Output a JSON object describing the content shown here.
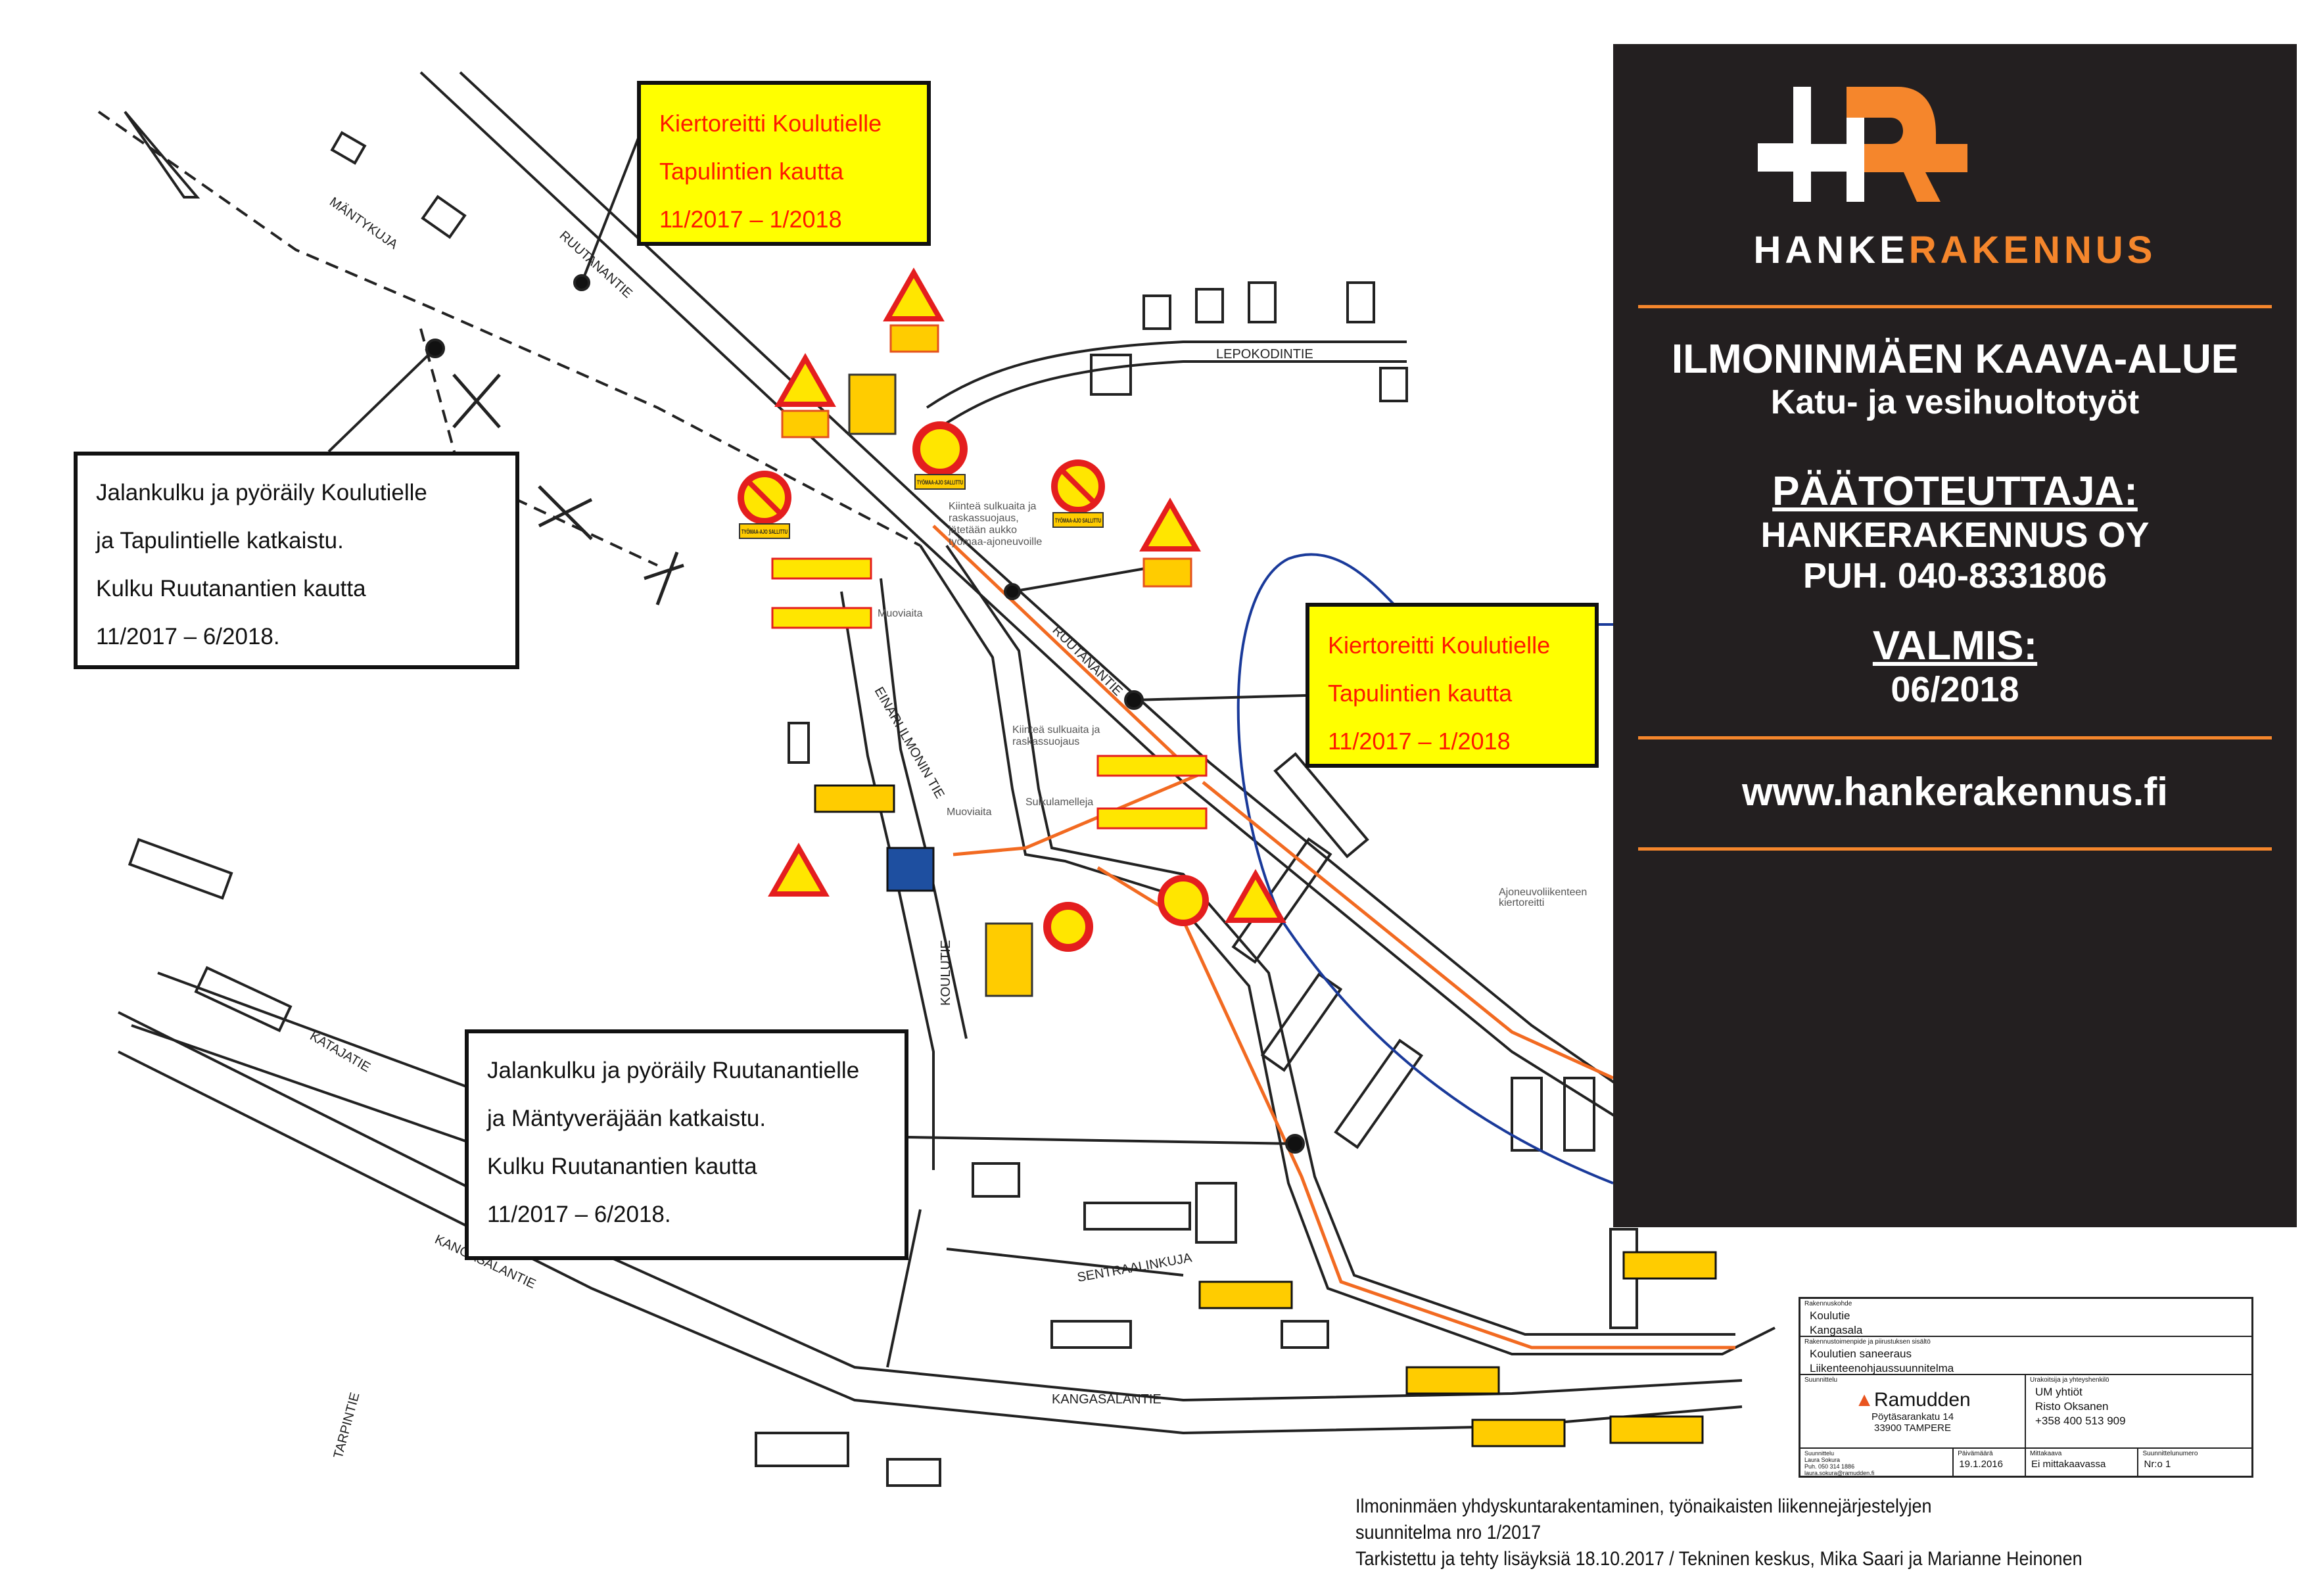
{
  "colors": {
    "panel_bg": "#231f20",
    "brand_orange": "#f5862c",
    "note_yellow": "#ffff00",
    "note_red": "#ff1a00",
    "water_blue": "#1a3a9a",
    "route_orange": "#f26a21"
  },
  "notes": {
    "detour_top": [
      "Kiertoreitti Koulutielle",
      "Tapulintien kautta",
      "11/2017 – 1/2018"
    ],
    "detour_right": [
      "Kiertoreitti Koulutielle",
      "Tapulintien kautta",
      "11/2017 – 1/2018"
    ],
    "closure_left": [
      "Jalankulku ja pyöräily Koulutielle",
      "ja Tapulintielle katkaistu.",
      "Kulku Ruutanantien kautta",
      "11/2017 – 6/2018."
    ],
    "closure_bottom": [
      "Jalankulku ja pyöräily Ruutanantielle",
      "ja Mäntyveräjään katkaistu.",
      "Kulku Ruutanantien kautta",
      "11/2017 – 6/2018."
    ]
  },
  "panel": {
    "logo_white": "HANKE",
    "logo_orange": "RAKENNUS",
    "title": "ILMONINMÄEN KAAVA-ALUE",
    "subtitle": "Katu- ja vesihuoltotyöt",
    "contractor_label": "PÄÄTOTEUTTAJA:",
    "contractor_name": "HANKERAKENNUS OY",
    "contractor_phone": "PUH. 040-8331806",
    "ready_label": "VALMIS:",
    "ready_date": "06/2018",
    "website": "www.hankerakennus.fi"
  },
  "streets": {
    "mantykuja": "MÄNTYKUJA",
    "ruutanantie": "RUUTANANTIE",
    "lepokodintie": "LEPOKODINTIE",
    "einari": "EINARI ILMONIN TIE",
    "koulutie": "KOULUTIE",
    "katajatie": "KATAJATIE",
    "kangasalantie": "KANGASALANTIE",
    "sentraalinkuja": "SENTRAALINKUJA",
    "tarpintie": "TARPINTIE"
  },
  "annotations": {
    "fence1": [
      "Kiinteä sulkuaita ja",
      "raskassuojaus,",
      "jätetään aukko",
      "työmaa-ajoneuvoille"
    ],
    "fence2": [
      "Kiinteä sulkuaita ja",
      "raskassuojaus"
    ],
    "muoviaita": "Muoviaita",
    "sulkulamelleja": "Sulkulamelleja",
    "detour_vehicles": [
      "Ajoneuvoliikenteen",
      "kiertoreitti"
    ],
    "sign_plate": "TYÖMAA-AJO SALLITTU"
  },
  "title_block": {
    "project_label": "Rakennuskohde",
    "project": [
      "Koulutie",
      "Kangasala"
    ],
    "content_label": "Rakennustoimenpide ja piirustuksen sisältö",
    "content": [
      "Koulutien saneeraus",
      "Liikenteenohjaussuunnitelma"
    ],
    "design_label": "Suunnittelu",
    "designer_company": "Ramudden",
    "designer_address": [
      "Pöytäsarankatu 14",
      "33900 TAMPERE"
    ],
    "contractor_label": "Urakoitsija ja yhteyshenkilö",
    "contractor": [
      "UM yhtiöt",
      "Risto Oksanen",
      "+358 400 513 909"
    ],
    "designer_label": "Suunnittelu",
    "designer": [
      "Laura Sokura",
      "Puh. 050 314 1886",
      "laura.sokura@ramudden.fi"
    ],
    "date_label": "Päivämäärä",
    "date": "19.1.2016",
    "scale_label": "Mittakaava",
    "scale": "Ei mittakaavassa",
    "number_label": "Suunnittelunumero",
    "number": "Nr:o 1"
  },
  "footer": [
    "Ilmoninmäen yhdyskuntarakentaminen, työnaikaisten liikennejärjestelyjen",
    "suunnitelma nro 1/2017",
    "Tarkistettu ja tehty lisäyksiä  18.10.2017 / Tekninen keskus, Mika Saari ja Marianne Heinonen"
  ]
}
